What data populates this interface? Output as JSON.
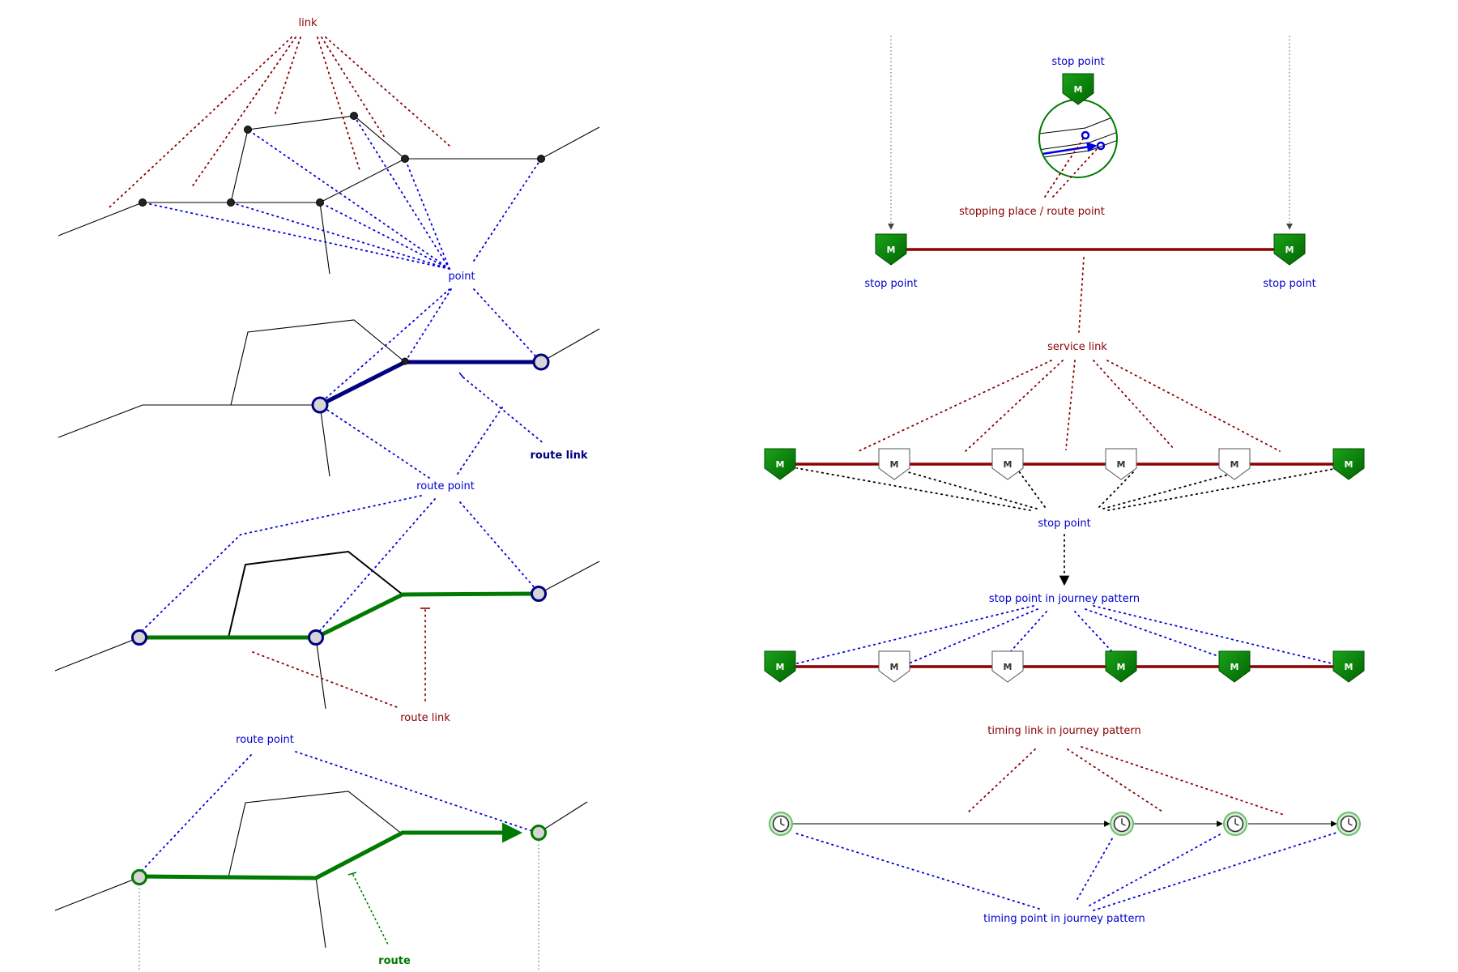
{
  "left": {
    "link_label": "link",
    "point_label": "point",
    "route_link_label_1": "route link",
    "route_point_label_1": "route point",
    "route_link_label_2": "route link",
    "route_point_label_2": "route point",
    "route_label": "route"
  },
  "right": {
    "stop_point_top": "stop point",
    "stopping_place_label": "stopping place / route point",
    "stop_point_left": "stop point",
    "stop_point_right": "stop point",
    "service_link_label": "service link",
    "stop_point_mid": "stop point",
    "stop_point_in_jp_label": "stop point in journey pattern",
    "timing_link_label": "timing link in journey pattern",
    "timing_point_label": "timing point in journey pattern",
    "marker_letter": "M"
  },
  "colors": {
    "dark_red": "#8b0000",
    "blue": "#0000cc",
    "navy": "#000080",
    "green": "#007a00",
    "marker_green": "#0a8a0a"
  },
  "icons": [
    "stop-point-marker-icon",
    "clock-icon",
    "zoom-circle-icon"
  ]
}
